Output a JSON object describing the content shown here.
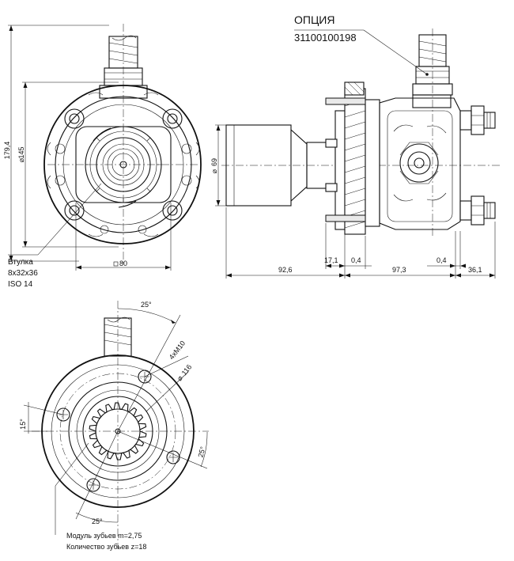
{
  "option": {
    "label": "ОПЦИЯ",
    "part_number": "31100100198"
  },
  "front_view": {
    "dim_height": "179,4",
    "dim_diameter": "145",
    "dim_square": "80",
    "bushing_label": "Втулка",
    "bushing_spec": "8x32x36",
    "bushing_standard": "ISO 14"
  },
  "side_view": {
    "dim_diameter": "69",
    "dim_17_1": "17,1",
    "dim_0_4_left": "0,4",
    "dim_0_4_right": "0,4",
    "dim_92_6": "92,6",
    "dim_97_3": "97,3",
    "dim_36_1": "36,1"
  },
  "flange_view": {
    "angle_top": "25°",
    "bolt_spec": "4xM10",
    "bolt_circle": "116",
    "angle_left": "15°",
    "angle_right": "25°",
    "angle_bottom": "25°",
    "gear_module": "Модуль зубьев m=2,75",
    "teeth_count": "Количество зубьев z=18"
  }
}
